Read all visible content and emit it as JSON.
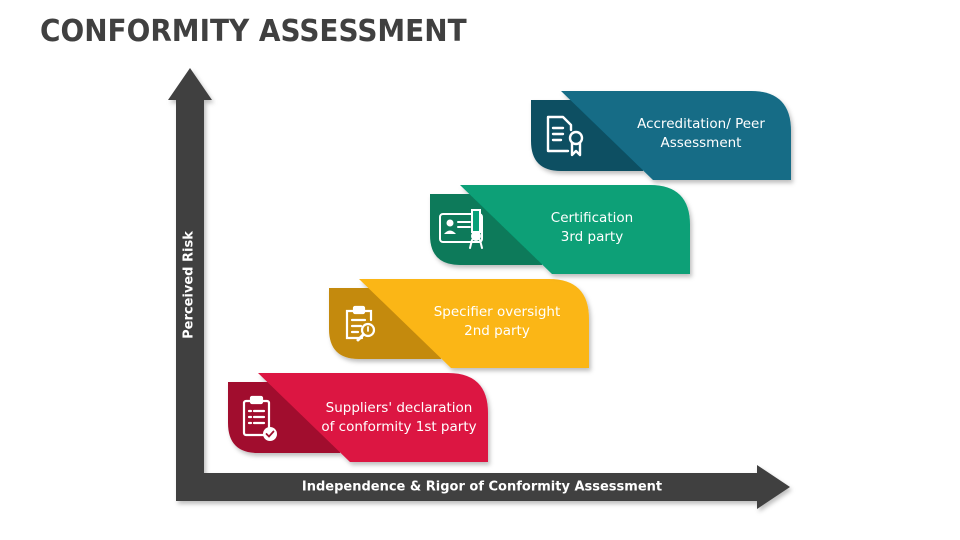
{
  "title": "CONFORMITY ASSESSMENT",
  "axes": {
    "y_label": "Perceived Risk",
    "x_label": "Independence & Rigor of Conformity Assessment",
    "color": "#404040"
  },
  "steps": [
    {
      "level": 1,
      "line1": "Suppliers' declaration",
      "line2": "of conformity 1st party",
      "icon": "clipboard-checklist-icon",
      "color": "#dc1443",
      "dark_color": "#a1102f"
    },
    {
      "level": 2,
      "line1": "Specifier oversight",
      "line2": "2nd party",
      "icon": "clipboard-search-icon",
      "color": "#fbb615",
      "dark_color": "#c48a0b"
    },
    {
      "level": 3,
      "line1": "Certification",
      "line2": "3rd party",
      "icon": "certificate-id-icon",
      "color": "#07a077",
      "dark_color": "#087a5a"
    },
    {
      "level": 4,
      "line1": "Accreditation/ Peer",
      "line2": "Assessment",
      "icon": "document-award-icon",
      "color": "#126c86",
      "dark_color": "#0c4f62"
    }
  ]
}
